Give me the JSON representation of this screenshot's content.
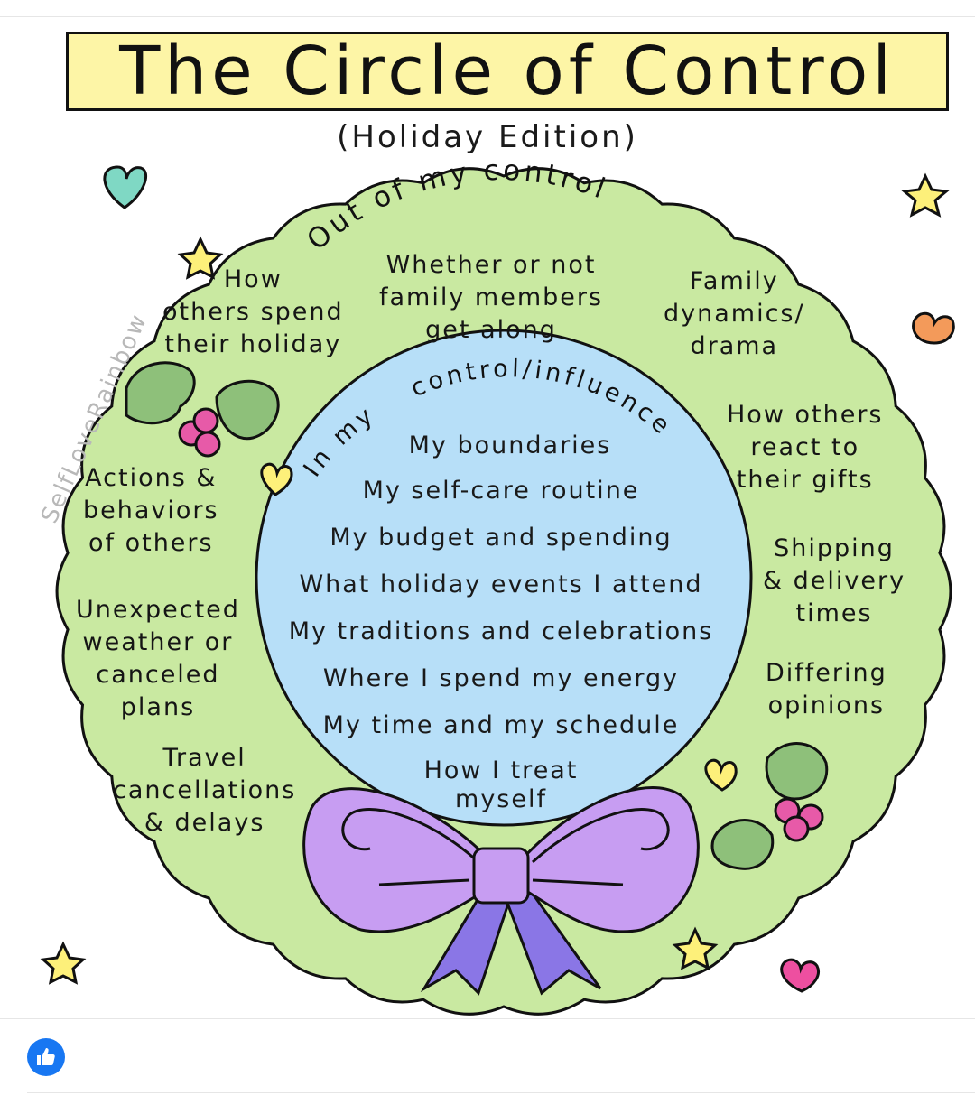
{
  "title": "The Circle of Control",
  "subtitle": "(Holiday Edition)",
  "outer_heading": "Out of my control",
  "inner_heading_1": "In my",
  "inner_heading_2": "control/influence",
  "watermark": "SelfLoveRainbow",
  "outer_items": [
    {
      "lines": [
        "How",
        "others spend",
        "their holiday"
      ]
    },
    {
      "lines": [
        "Whether or not",
        "family members",
        "get along"
      ]
    },
    {
      "lines": [
        "Family",
        "dynamics/",
        "drama"
      ]
    },
    {
      "lines": [
        "How others",
        "react to",
        "their gifts"
      ]
    },
    {
      "lines": [
        "Actions &",
        "behaviors",
        "of others"
      ]
    },
    {
      "lines": [
        "Shipping",
        "& delivery",
        "times"
      ]
    },
    {
      "lines": [
        "Unexpected",
        "weather or",
        "canceled",
        "plans"
      ]
    },
    {
      "lines": [
        "Differing",
        "opinions"
      ]
    },
    {
      "lines": [
        "Travel",
        "cancellations",
        "& delays"
      ]
    }
  ],
  "inner_items": [
    "My boundaries",
    "My self-care routine",
    "My budget and spending",
    "What holiday events I attend",
    "My traditions and celebrations",
    "Where I spend my energy",
    "My time and my schedule",
    "How I treat",
    "myself"
  ],
  "colors": {
    "title_bg": "#fdf5a6",
    "wreath": "#c9e9a1",
    "inner_circle": "#b7dff8",
    "bow": "#c79df2",
    "bow_tails": "#8a76e6",
    "holly": "#8ec07a",
    "berries": "#e75aa8",
    "like": "#1877f2"
  },
  "icons": [
    "heart-icon",
    "star-icon",
    "like-icon"
  ]
}
